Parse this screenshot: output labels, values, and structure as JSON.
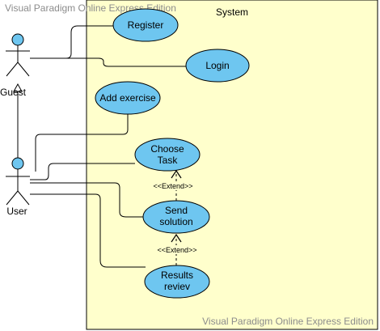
{
  "diagram": {
    "watermark_top": "Visual Paradigm Online Express Edition",
    "watermark_bottom": "Visual Paradigm Online Express Edition",
    "system_label": "System",
    "actors": {
      "guest": "Guest",
      "user": "User"
    },
    "use_cases": {
      "register": "Register",
      "login": "Login",
      "add_exercise": "Add exercise",
      "choose_task_line1": "Choose",
      "choose_task_line2": "Task",
      "send_solution_line1": "Send",
      "send_solution_line2": "solution",
      "results_line1": "Results",
      "results_line2": "reviev"
    },
    "relations": {
      "extend_1": "<<Extend>>",
      "extend_2": "<<Extend>>"
    },
    "colors": {
      "system_fill": "#ffffcc",
      "use_case_fill": "#6ec6f0",
      "line": "#000000",
      "watermark": "#8c8c8c"
    }
  }
}
